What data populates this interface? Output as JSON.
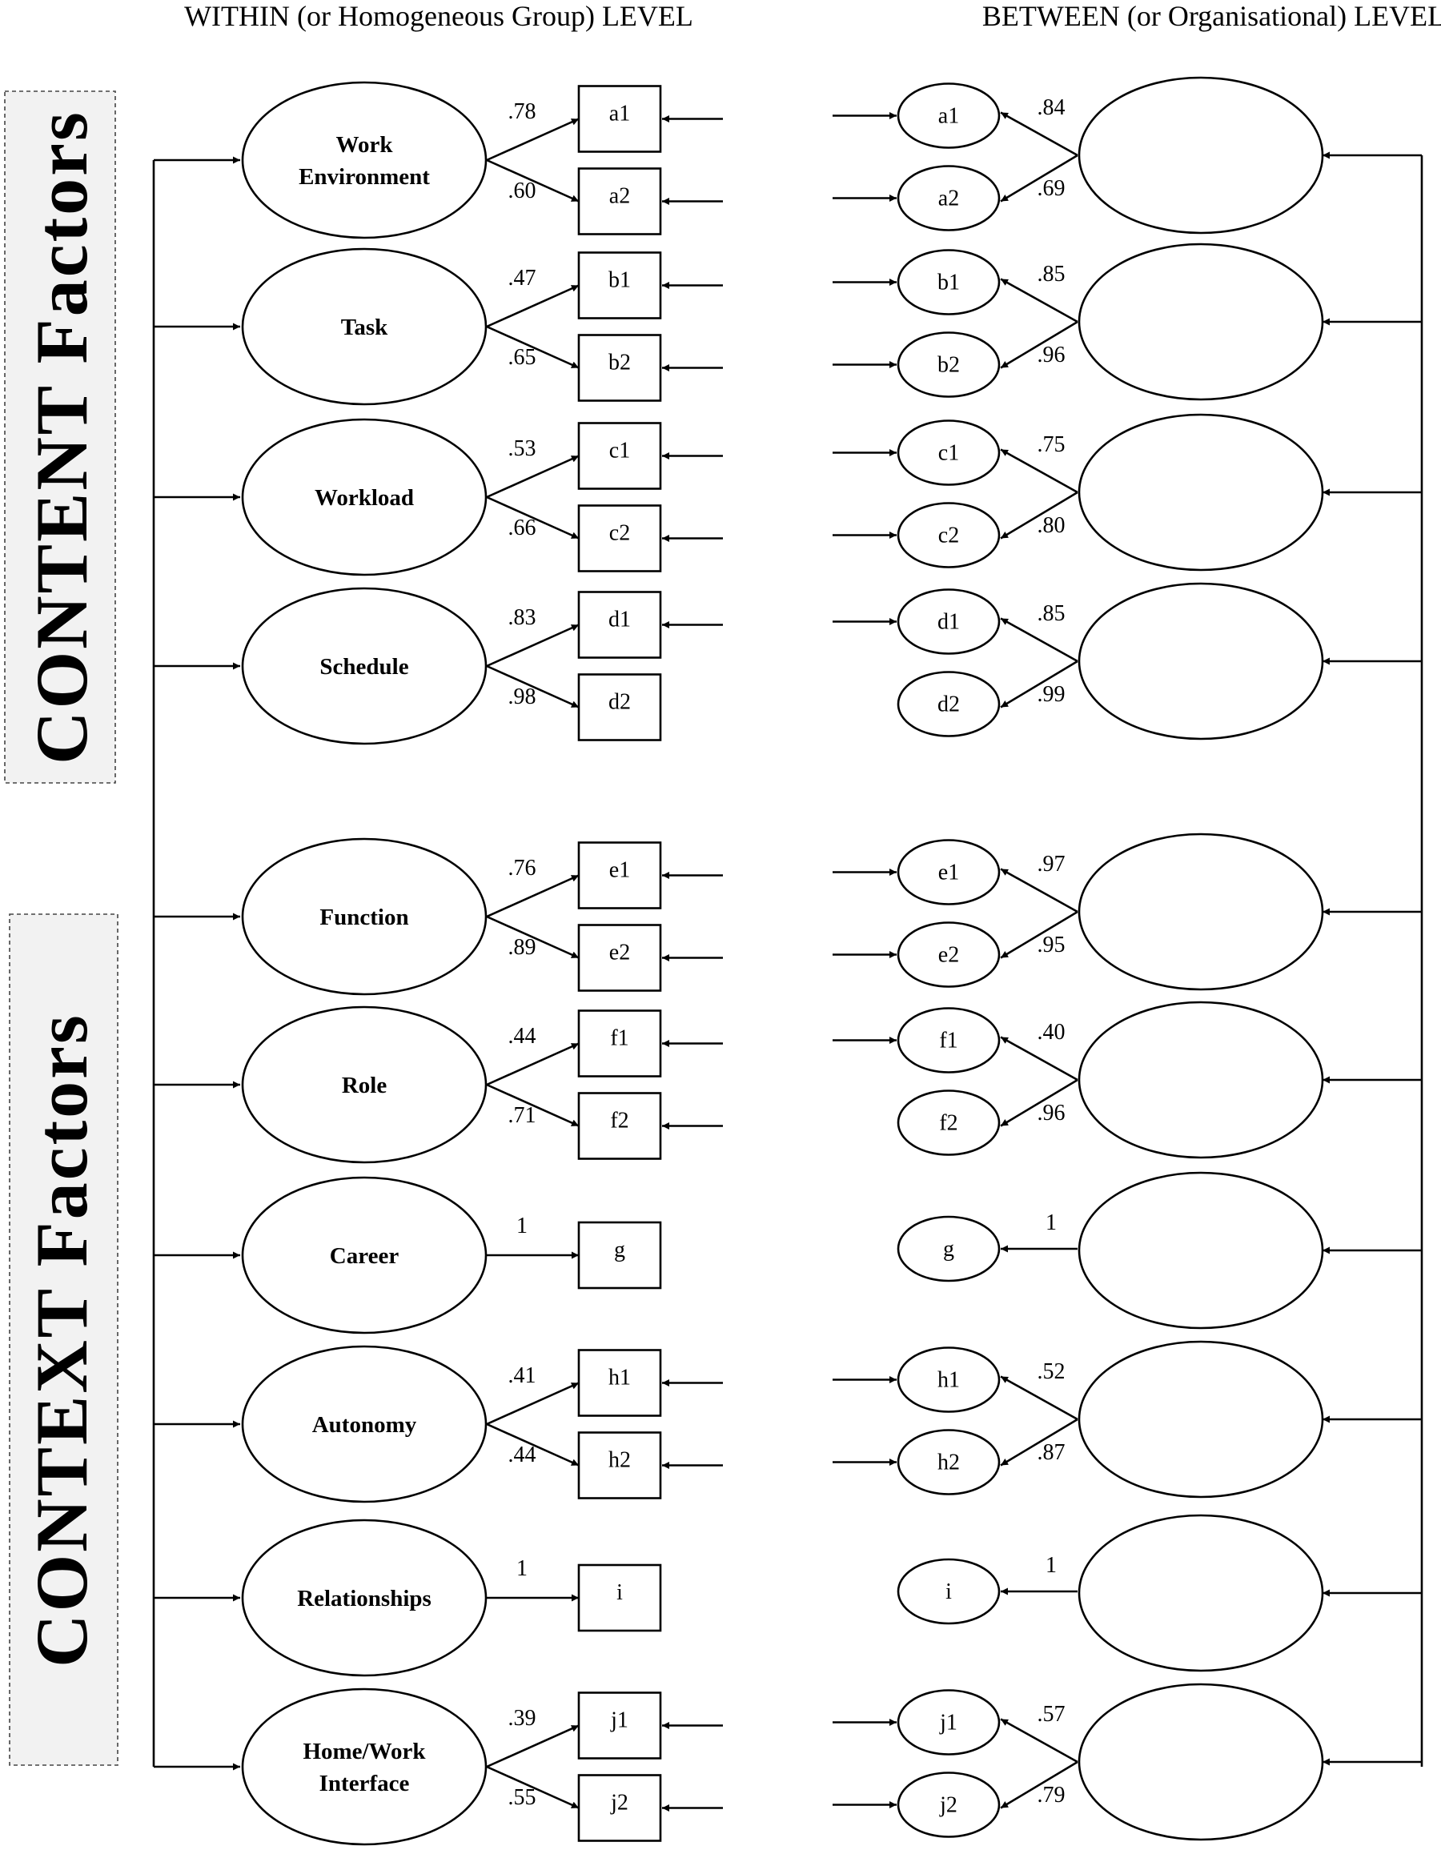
{
  "headers": {
    "within": "WITHIN (or Homogeneous Group) LEVEL",
    "between": "BETWEEN (or Organisational) LEVEL"
  },
  "sections": {
    "content": "CONTENT  Factors",
    "context": "CONTEXT  Factors"
  },
  "factors": [
    {
      "id": "work-environment",
      "label": [
        "Work",
        "Environment"
      ],
      "within": {
        "indicators": [
          "a1",
          "a2"
        ],
        "loadings": [
          ".78",
          ".60"
        ]
      },
      "between": {
        "indicators": [
          "a1",
          "a2"
        ],
        "loadings": [
          ".84",
          ".69"
        ]
      }
    },
    {
      "id": "task",
      "label": [
        "Task"
      ],
      "within": {
        "indicators": [
          "b1",
          "b2"
        ],
        "loadings": [
          ".47",
          ".65"
        ]
      },
      "between": {
        "indicators": [
          "b1",
          "b2"
        ],
        "loadings": [
          ".85",
          ".96"
        ]
      }
    },
    {
      "id": "workload",
      "label": [
        "Workload"
      ],
      "within": {
        "indicators": [
          "c1",
          "c2"
        ],
        "loadings": [
          ".53",
          ".66"
        ]
      },
      "between": {
        "indicators": [
          "c1",
          "c2"
        ],
        "loadings": [
          ".75",
          ".80"
        ]
      }
    },
    {
      "id": "schedule",
      "label": [
        "Schedule"
      ],
      "within": {
        "indicators": [
          "d1",
          "d2"
        ],
        "loadings": [
          ".83",
          ".98"
        ]
      },
      "between": {
        "indicators": [
          "d1",
          "d2"
        ],
        "loadings": [
          ".85",
          ".99"
        ]
      }
    },
    {
      "id": "function",
      "label": [
        "Function"
      ],
      "within": {
        "indicators": [
          "e1",
          "e2"
        ],
        "loadings": [
          ".76",
          ".89"
        ]
      },
      "between": {
        "indicators": [
          "e1",
          "e2"
        ],
        "loadings": [
          ".97",
          ".95"
        ]
      }
    },
    {
      "id": "role",
      "label": [
        "Role"
      ],
      "within": {
        "indicators": [
          "f1",
          "f2"
        ],
        "loadings": [
          ".44",
          ".71"
        ]
      },
      "between": {
        "indicators": [
          "f1",
          "f2"
        ],
        "loadings": [
          ".40",
          ".96"
        ]
      }
    },
    {
      "id": "career",
      "label": [
        "Career"
      ],
      "within": {
        "indicators": [
          "g"
        ],
        "loadings": [
          "1"
        ]
      },
      "between": {
        "indicators": [
          "g"
        ],
        "loadings": [
          "1"
        ]
      }
    },
    {
      "id": "autonomy",
      "label": [
        "Autonomy"
      ],
      "within": {
        "indicators": [
          "h1",
          "h2"
        ],
        "loadings": [
          ".41",
          ".44"
        ]
      },
      "between": {
        "indicators": [
          "h1",
          "h2"
        ],
        "loadings": [
          ".52",
          ".87"
        ]
      }
    },
    {
      "id": "relationships",
      "label": [
        "Relationships"
      ],
      "within": {
        "indicators": [
          "i"
        ],
        "loadings": [
          "1"
        ]
      },
      "between": {
        "indicators": [
          "i"
        ],
        "loadings": [
          "1"
        ]
      }
    },
    {
      "id": "home-work-interface",
      "label": [
        "Home/Work",
        "Interface"
      ],
      "within": {
        "indicators": [
          "j1",
          "j2"
        ],
        "loadings": [
          ".39",
          ".55"
        ]
      },
      "between": {
        "indicators": [
          "j1",
          "j2"
        ],
        "loadings": [
          ".57",
          ".79"
        ]
      }
    }
  ]
}
